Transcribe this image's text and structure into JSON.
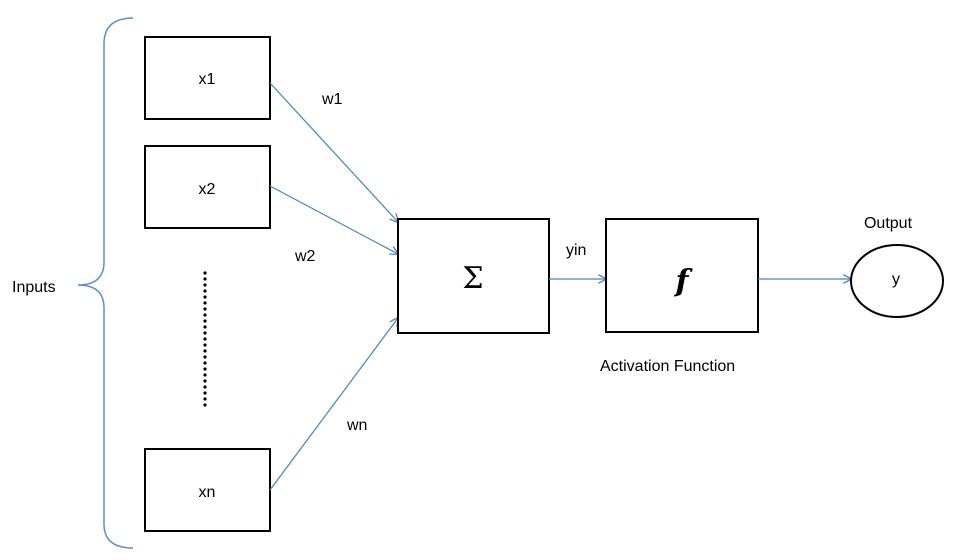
{
  "inputs_label": "Inputs",
  "inputs": [
    {
      "name": "x1",
      "weight": "w1"
    },
    {
      "name": "x2",
      "weight": "w2"
    },
    {
      "name": "xn",
      "weight": "wn"
    }
  ],
  "summation": {
    "symbol": "Σ"
  },
  "net_input_label": "yin",
  "activation": {
    "symbol": "f",
    "caption": "Activation Function"
  },
  "output": {
    "caption": "Output",
    "name": "y"
  },
  "colors": {
    "edge": "#4a7fc0",
    "brace": "#5b8fd0",
    "box_stroke": "#000000"
  }
}
